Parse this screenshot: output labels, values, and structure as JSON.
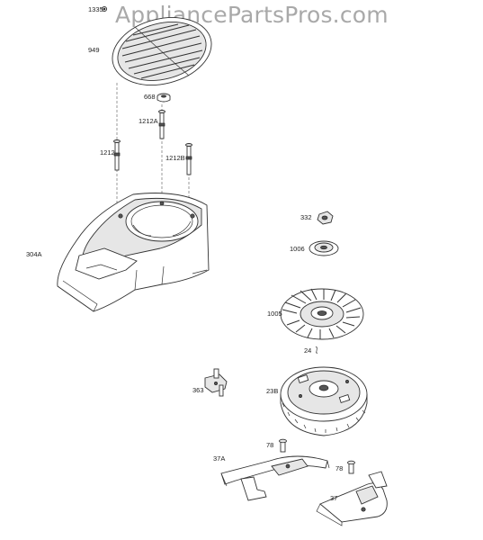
{
  "watermark": "AppliancePartsPros.com",
  "parts": [
    {
      "label": "1335",
      "name": "screw-1335"
    },
    {
      "label": "949",
      "name": "rotating-screen-949"
    },
    {
      "label": "668",
      "name": "spacer-668"
    },
    {
      "label": "1212A",
      "name": "stud-1212a"
    },
    {
      "label": "1212",
      "name": "stud-1212"
    },
    {
      "label": "1212B",
      "name": "stud-1212b"
    },
    {
      "label": "304A",
      "name": "blower-housing-304a"
    },
    {
      "label": "332",
      "name": "nut-332"
    },
    {
      "label": "1006",
      "name": "washer-1006"
    },
    {
      "label": "1005",
      "name": "fan-1005"
    },
    {
      "label": "24",
      "name": "key-24"
    },
    {
      "label": "363",
      "name": "bracket-363"
    },
    {
      "label": "23B",
      "name": "flywheel-23b"
    },
    {
      "label": "78",
      "name": "screw-78-a"
    },
    {
      "label": "37A",
      "name": "armature-bracket-37a"
    },
    {
      "label": "78",
      "name": "screw-78-b"
    },
    {
      "label": "37",
      "name": "armature-37"
    }
  ]
}
